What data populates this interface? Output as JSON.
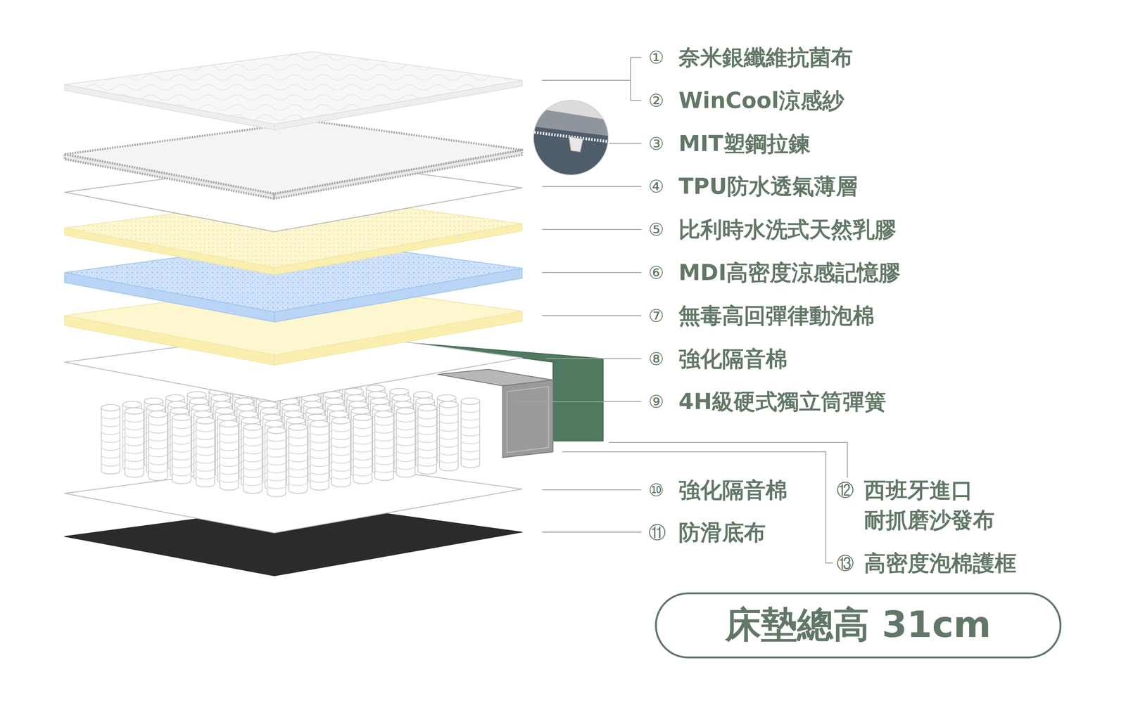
{
  "diagram": {
    "nodes": [
      {
        "text": [
          "床墊總高 31cm"
        ]
      }
    ],
    "labels": [
      "①",
      "奈米銀纖維抗菌布",
      "②",
      "WinCool涼感紗",
      "③",
      "MIT塑鋼拉鍊",
      "④",
      "TPU防水透氣薄層",
      "⑤",
      "比利時水洗式天然乳膠",
      "⑥",
      "MDI高密度涼感記憶膠",
      "⑦",
      "無毒高回彈律動泡棉",
      "⑧",
      "強化隔音棉",
      "⑨",
      "4H級硬式獨立筒彈簧",
      "⑩",
      "強化隔音棉",
      "⑫",
      "西班牙進口 耐抓磨沙發布",
      "⑪",
      "防滑底布",
      "⑬",
      "高密度泡棉護框"
    ]
  }
}
